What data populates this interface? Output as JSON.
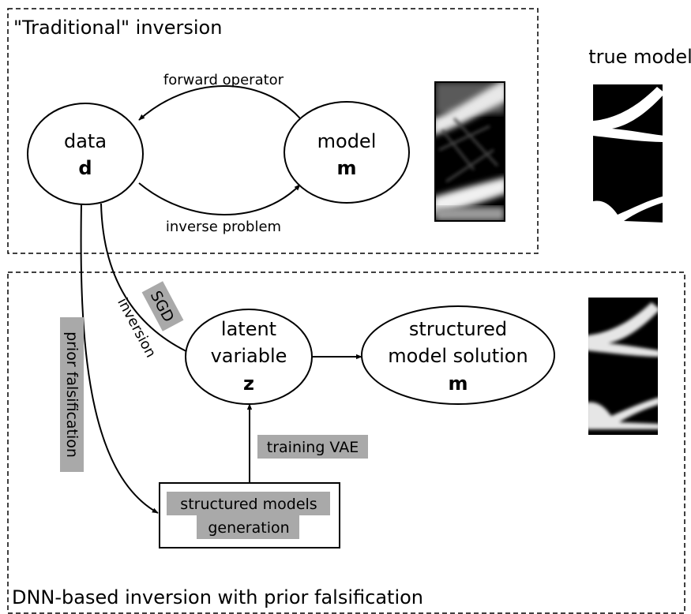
{
  "traditional": {
    "title": "\"Traditional\" inversion",
    "data_node": {
      "label": "data",
      "symbol": "d"
    },
    "model_node": {
      "label": "model",
      "symbol": "m"
    },
    "forward_label": "forward operator",
    "inverse_label": "inverse problem"
  },
  "true_model_label": "true model",
  "dnn": {
    "title": "DNN-based inversion with prior falsification",
    "latent_node": {
      "line1": "latent",
      "line2": "variable",
      "symbol": "z"
    },
    "solution_node": {
      "line1": "structured",
      "line2": "model solution",
      "symbol": "m"
    },
    "generation_box": {
      "line1": "structured models",
      "line2": "generation"
    },
    "sgd_label": "SGD",
    "inversion_label": "inversion",
    "prior_falsification_label": "prior falsification",
    "training_label": "training VAE"
  },
  "colors": {
    "highlight": "#a9a9a9",
    "line": "#000000",
    "image_bg": "#000000"
  }
}
